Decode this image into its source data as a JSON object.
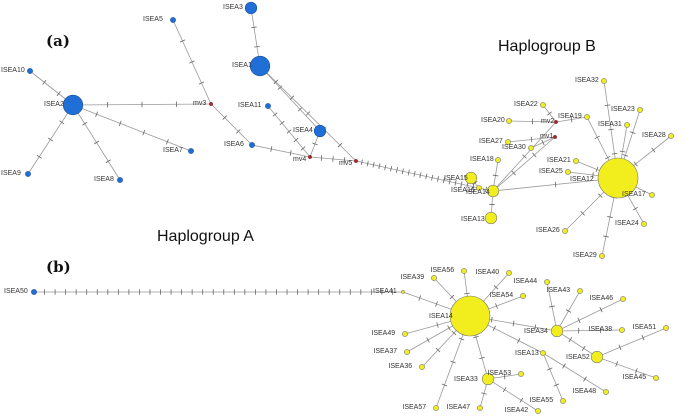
{
  "panels": {
    "a": "(a)",
    "b": "(b)"
  },
  "group_labels": {
    "a": "Haplogroup A",
    "b": "Haplogroup B"
  },
  "colors": {
    "haplogroup_a": "#1f6fd6",
    "haplogroup_b": "#f2ee1e",
    "median_vector": "#b0282a",
    "edge": "#999999"
  },
  "network_a": {
    "nodes": [
      {
        "id": "ISEA1",
        "group": "A",
        "size": 3
      },
      {
        "id": "ISEA2",
        "group": "A",
        "size": 3
      },
      {
        "id": "ISEA3",
        "group": "A",
        "size": 2
      },
      {
        "id": "ISEA4",
        "group": "A",
        "size": 2
      },
      {
        "id": "ISEA5",
        "group": "A",
        "size": 1
      },
      {
        "id": "ISEA6",
        "group": "A",
        "size": 1
      },
      {
        "id": "ISEA7",
        "group": "A",
        "size": 1
      },
      {
        "id": "ISEA8",
        "group": "A",
        "size": 1
      },
      {
        "id": "ISEA9",
        "group": "A",
        "size": 1
      },
      {
        "id": "ISEA10",
        "group": "A",
        "size": 1
      },
      {
        "id": "ISEA11",
        "group": "A",
        "size": 1
      },
      {
        "id": "mv1",
        "group": "mv",
        "size": 0
      },
      {
        "id": "mv2",
        "group": "mv",
        "size": 0
      },
      {
        "id": "mv3",
        "group": "mv",
        "size": 0
      },
      {
        "id": "mv4",
        "group": "mv",
        "size": 0
      },
      {
        "id": "mv5",
        "group": "mv",
        "size": 0
      },
      {
        "id": "ISEA12",
        "group": "B",
        "size": 5
      },
      {
        "id": "ISEA13",
        "group": "B",
        "size": 2
      },
      {
        "id": "ISEA14",
        "group": "B",
        "size": 2
      },
      {
        "id": "ISEA15",
        "group": "B",
        "size": 2
      },
      {
        "id": "ISEA16",
        "group": "B",
        "size": 1
      },
      {
        "id": "ISEA17",
        "group": "B",
        "size": 1
      },
      {
        "id": "ISEA18",
        "group": "B",
        "size": 1
      },
      {
        "id": "ISEA19",
        "group": "B",
        "size": 1
      },
      {
        "id": "ISEA20",
        "group": "B",
        "size": 1
      },
      {
        "id": "ISEA21",
        "group": "B",
        "size": 1
      },
      {
        "id": "ISEA22",
        "group": "B",
        "size": 1
      },
      {
        "id": "ISEA23",
        "group": "B",
        "size": 1
      },
      {
        "id": "ISEA24",
        "group": "B",
        "size": 1
      },
      {
        "id": "ISEA25",
        "group": "B",
        "size": 1
      },
      {
        "id": "ISEA26",
        "group": "B",
        "size": 1
      },
      {
        "id": "ISEA27",
        "group": "B",
        "size": 1
      },
      {
        "id": "ISEA28",
        "group": "B",
        "size": 1
      },
      {
        "id": "ISEA29",
        "group": "B",
        "size": 1
      },
      {
        "id": "ISEA30",
        "group": "B",
        "size": 1
      },
      {
        "id": "ISEA31",
        "group": "B",
        "size": 1
      },
      {
        "id": "ISEA32",
        "group": "B",
        "size": 1
      }
    ],
    "edges": [
      {
        "from": "ISEA2",
        "to": "ISEA10",
        "steps": 2
      },
      {
        "from": "ISEA2",
        "to": "ISEA9",
        "steps": 3
      },
      {
        "from": "ISEA2",
        "to": "ISEA8",
        "steps": 3
      },
      {
        "from": "ISEA2",
        "to": "ISEA7",
        "steps": 4
      },
      {
        "from": "ISEA2",
        "to": "mv3",
        "steps": 3
      },
      {
        "from": "ISEA5",
        "to": "mv3",
        "steps": 3
      },
      {
        "from": "mv3",
        "to": "ISEA6",
        "steps": 2
      },
      {
        "from": "ISEA6",
        "to": "mv4",
        "steps": 2
      },
      {
        "from": "ISEA3",
        "to": "ISEA1",
        "steps": 2
      },
      {
        "from": "ISEA1",
        "to": "ISEA4",
        "steps": 2
      },
      {
        "from": "ISEA11",
        "to": "mv4",
        "steps": 5
      },
      {
        "from": "ISEA4",
        "to": "mv4",
        "steps": 1
      },
      {
        "from": "ISEA1",
        "to": "mv5",
        "steps": 5
      },
      {
        "from": "mv4",
        "to": "mv5",
        "steps": 3
      },
      {
        "from": "mv5",
        "to": "ISEA16",
        "steps": 20
      },
      {
        "from": "ISEA16",
        "to": "ISEA15",
        "steps": 1
      },
      {
        "from": "ISEA16",
        "to": "ISEA14",
        "steps": 1
      },
      {
        "from": "ISEA14",
        "to": "ISEA18",
        "steps": 1
      },
      {
        "from": "ISEA14",
        "to": "ISEA13",
        "steps": 1
      },
      {
        "from": "ISEA14",
        "to": "ISEA12",
        "steps": 1
      },
      {
        "from": "ISEA14",
        "to": "mv1",
        "steps": 2
      },
      {
        "from": "ISEA14",
        "to": "mv2",
        "steps": 1
      },
      {
        "from": "mv1",
        "to": "ISEA30",
        "steps": 1
      },
      {
        "from": "mv1",
        "to": "ISEA27",
        "steps": 1
      },
      {
        "from": "mv2",
        "to": "ISEA20",
        "steps": 1
      },
      {
        "from": "mv2",
        "to": "ISEA22",
        "steps": 1
      },
      {
        "from": "mv2",
        "to": "ISEA19",
        "steps": 1
      },
      {
        "from": "ISEA12",
        "to": "ISEA19",
        "steps": 2
      },
      {
        "from": "ISEA12",
        "to": "ISEA31",
        "steps": 1
      },
      {
        "from": "ISEA12",
        "to": "ISEA32",
        "steps": 3
      },
      {
        "from": "ISEA12",
        "to": "ISEA23",
        "steps": 2
      },
      {
        "from": "ISEA12",
        "to": "ISEA28",
        "steps": 2
      },
      {
        "from": "ISEA12",
        "to": "ISEA17",
        "steps": 1
      },
      {
        "from": "ISEA12",
        "to": "ISEA24",
        "steps": 2
      },
      {
        "from": "ISEA12",
        "to": "ISEA29",
        "steps": 3
      },
      {
        "from": "ISEA12",
        "to": "ISEA26",
        "steps": 2
      },
      {
        "from": "ISEA12",
        "to": "ISEA25",
        "steps": 1
      },
      {
        "from": "ISEA12",
        "to": "ISEA21",
        "steps": 1
      }
    ]
  },
  "network_b": {
    "nodes": [
      {
        "id": "ISEA50",
        "group": "A",
        "size": 1
      },
      {
        "id": "ISEA41",
        "group": "B",
        "size": 0
      },
      {
        "id": "ISEA14",
        "group": "B",
        "size": 5
      },
      {
        "id": "ISEA34",
        "group": "B",
        "size": 2
      },
      {
        "id": "ISEA13",
        "group": "B",
        "size": 1
      },
      {
        "id": "ISEA52",
        "group": "B",
        "size": 2
      },
      {
        "id": "ISEA33",
        "group": "B",
        "size": 2
      },
      {
        "id": "ISEA36",
        "group": "B",
        "size": 1
      },
      {
        "id": "ISEA37",
        "group": "B",
        "size": 1
      },
      {
        "id": "ISEA38",
        "group": "B",
        "size": 1
      },
      {
        "id": "ISEA39",
        "group": "B",
        "size": 1
      },
      {
        "id": "ISEA40",
        "group": "B",
        "size": 1
      },
      {
        "id": "ISEA42",
        "group": "B",
        "size": 1
      },
      {
        "id": "ISEA43",
        "group": "B",
        "size": 1
      },
      {
        "id": "ISEA44",
        "group": "B",
        "size": 1
      },
      {
        "id": "ISEA45",
        "group": "B",
        "size": 1
      },
      {
        "id": "ISEA46",
        "group": "B",
        "size": 1
      },
      {
        "id": "ISEA47",
        "group": "B",
        "size": 1
      },
      {
        "id": "ISEA48",
        "group": "B",
        "size": 1
      },
      {
        "id": "ISEA49",
        "group": "B",
        "size": 1
      },
      {
        "id": "ISEA51",
        "group": "B",
        "size": 1
      },
      {
        "id": "ISEA53",
        "group": "B",
        "size": 1
      },
      {
        "id": "ISEA54",
        "group": "B",
        "size": 1
      },
      {
        "id": "ISEA55",
        "group": "B",
        "size": 1
      },
      {
        "id": "ISEA56",
        "group": "B",
        "size": 1
      },
      {
        "id": "ISEA57",
        "group": "B",
        "size": 1
      }
    ],
    "edges": [
      {
        "from": "ISEA50",
        "to": "ISEA41",
        "steps": 34
      },
      {
        "from": "ISEA41",
        "to": "ISEA14",
        "steps": 3
      },
      {
        "from": "ISEA14",
        "to": "ISEA39",
        "steps": 1
      },
      {
        "from": "ISEA14",
        "to": "ISEA56",
        "steps": 1
      },
      {
        "from": "ISEA14",
        "to": "ISEA40",
        "steps": 2
      },
      {
        "from": "ISEA14",
        "to": "ISEA54",
        "steps": 1
      },
      {
        "from": "ISEA14",
        "to": "ISEA49",
        "steps": 1
      },
      {
        "from": "ISEA14",
        "to": "ISEA37",
        "steps": 2
      },
      {
        "from": "ISEA14",
        "to": "ISEA36",
        "steps": 2
      },
      {
        "from": "ISEA14",
        "to": "ISEA57",
        "steps": 3
      },
      {
        "from": "ISEA14",
        "to": "ISEA33",
        "steps": 2
      },
      {
        "from": "ISEA14",
        "to": "ISEA34",
        "steps": 3
      },
      {
        "from": "ISEA14",
        "to": "ISEA13",
        "steps": 2
      },
      {
        "from": "ISEA33",
        "to": "ISEA53",
        "steps": 1
      },
      {
        "from": "ISEA33",
        "to": "ISEA47",
        "steps": 1
      },
      {
        "from": "ISEA33",
        "to": "ISEA42",
        "steps": 2
      },
      {
        "from": "ISEA34",
        "to": "ISEA44",
        "steps": 1
      },
      {
        "from": "ISEA34",
        "to": "ISEA43",
        "steps": 1
      },
      {
        "from": "ISEA34",
        "to": "ISEA46",
        "steps": 2
      },
      {
        "from": "ISEA34",
        "to": "ISEA38",
        "steps": 2
      },
      {
        "from": "ISEA34",
        "to": "ISEA52",
        "steps": 2
      },
      {
        "from": "ISEA13",
        "to": "ISEA55",
        "steps": 2
      },
      {
        "from": "ISEA13",
        "to": "ISEA48",
        "steps": 2
      },
      {
        "from": "ISEA52",
        "to": "ISEA51",
        "steps": 2
      },
      {
        "from": "ISEA52",
        "to": "ISEA45",
        "steps": 2
      }
    ]
  }
}
